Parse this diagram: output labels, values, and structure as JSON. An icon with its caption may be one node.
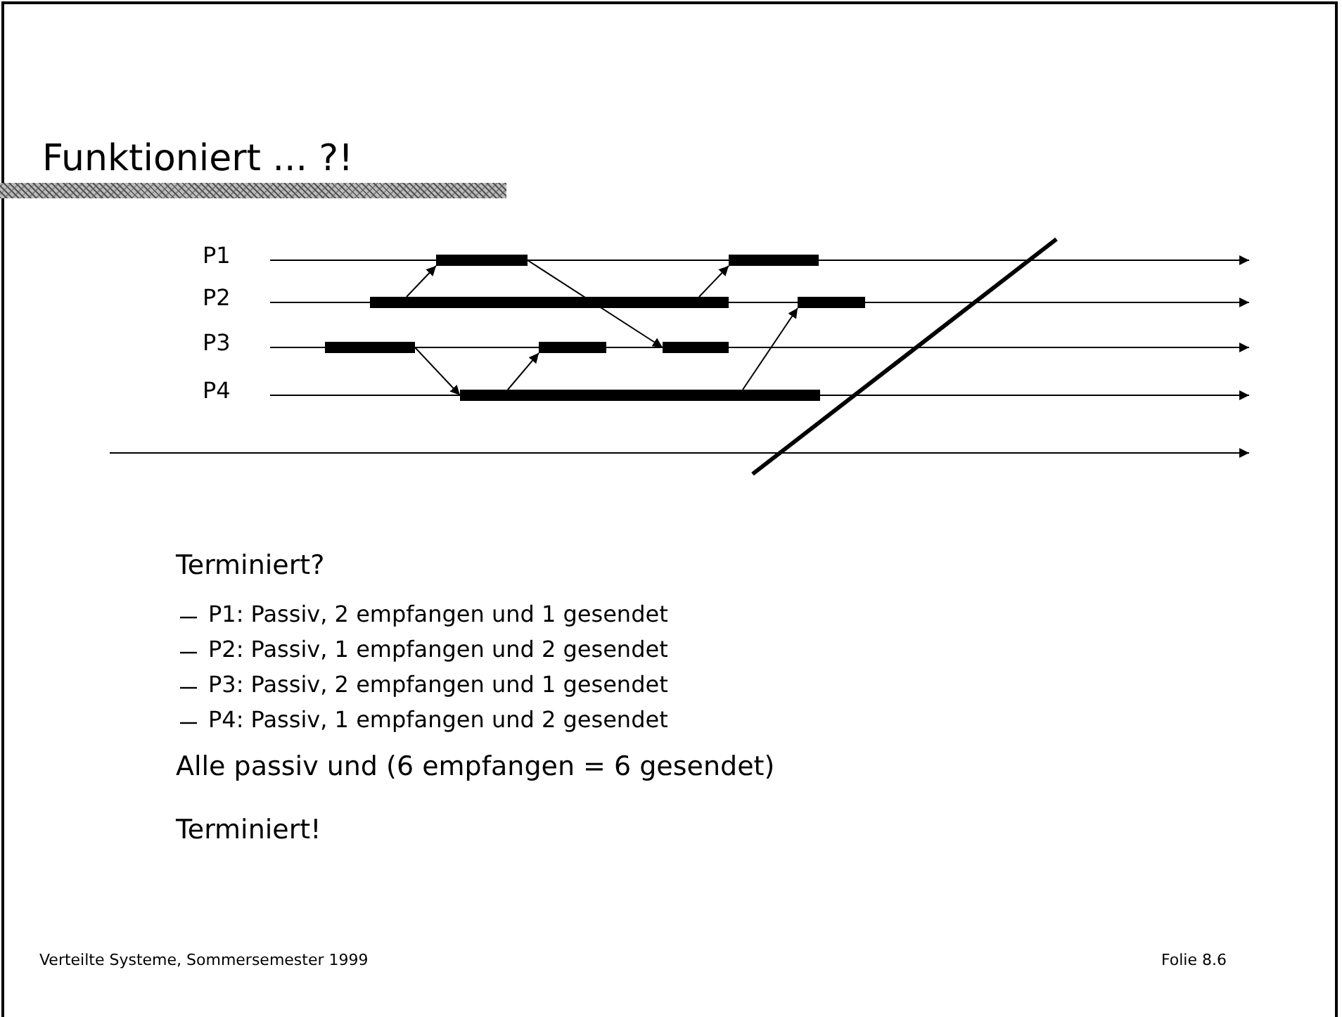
{
  "diagram": {
    "title": "Funktioniert ... ?!",
    "nodes": [
      {
        "text": [],
        "shape": "bar"
      },
      {
        "text": [],
        "shape": "bar"
      },
      {
        "text": [],
        "shape": "bar"
      },
      {
        "text": [],
        "shape": "bar"
      },
      {
        "text": [],
        "shape": "bar"
      },
      {
        "text": [],
        "shape": "bar"
      },
      {
        "text": [],
        "shape": "bar"
      },
      {
        "text": [],
        "shape": "bar"
      }
    ],
    "edges": [
      {
        "from": 2,
        "to": 0,
        "arrow": "to"
      },
      {
        "from": 0,
        "to": 6,
        "arrow": "to"
      },
      {
        "from": 4,
        "to": 7,
        "arrow": "to"
      },
      {
        "from": 7,
        "to": 5,
        "arrow": "to"
      },
      {
        "from": 2,
        "to": 1,
        "arrow": "to"
      },
      {
        "from": 7,
        "to": 3,
        "arrow": "to"
      }
    ],
    "labels": [
      "P1",
      "P2",
      "P3",
      "P4",
      "Terminiert?",
      "P1: Passiv, 2 empfangen und 1 gesendet",
      "P2: Passiv, 1 empfangen und 2 gesendet",
      "P3: Passiv, 2 empfangen und 1 gesendet",
      "P4: Passiv, 1 empfangen und 2 gesendet",
      "Alle passiv und (6 empfangen = 6 gesendet)",
      "Terminiert!",
      "Verteilte Systeme, Sommersemester 1999",
      "Folie 8.6"
    ]
  }
}
